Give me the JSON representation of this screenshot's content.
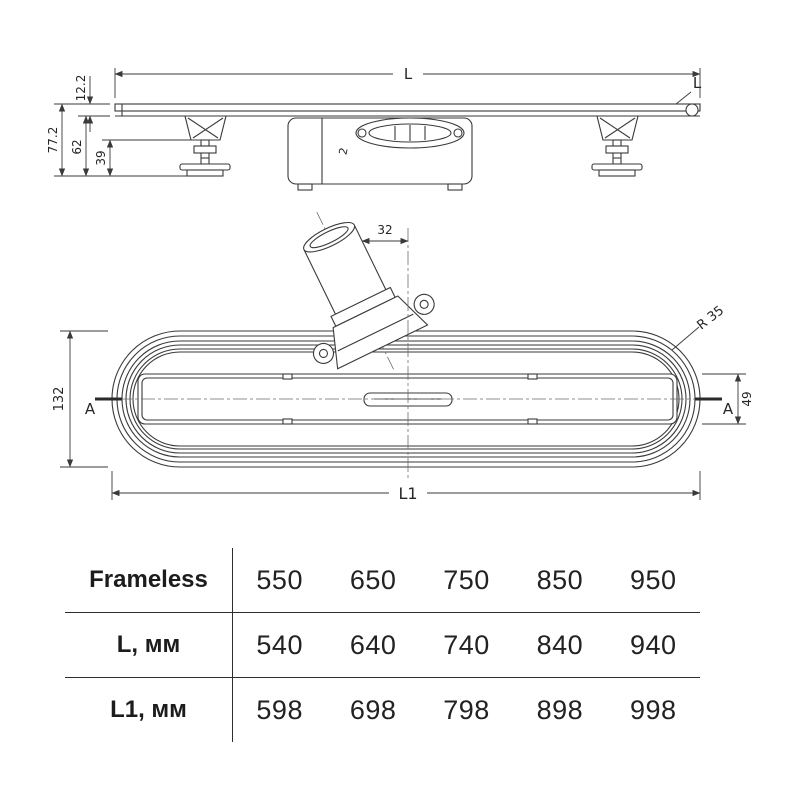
{
  "drawing": {
    "side_view": {
      "dim_length": "L",
      "end_label": "L",
      "dim_edge_height": "12.2",
      "dim_total_height": "77.2",
      "dim_body_height": "62",
      "dim_foot_height": "39",
      "slope_label": "2"
    },
    "plan_view": {
      "dim_offset": "32",
      "dim_width": "132",
      "dim_channel_width": "49",
      "corner_radius": "R 35",
      "dim_length": "L1",
      "section_left": "A",
      "section_right": "A"
    }
  },
  "table": {
    "rows": [
      {
        "label": "Frameless",
        "values": [
          "550",
          "650",
          "750",
          "850",
          "950"
        ]
      },
      {
        "label": "L, мм",
        "values": [
          "540",
          "640",
          "740",
          "840",
          "940"
        ]
      },
      {
        "label": "L1, мм",
        "values": [
          "598",
          "698",
          "798",
          "898",
          "998"
        ]
      }
    ]
  }
}
